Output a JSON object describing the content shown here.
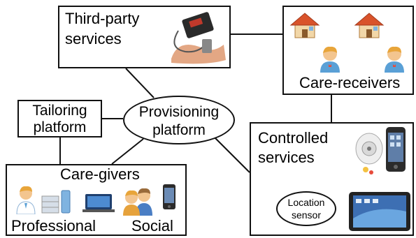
{
  "third_party": {
    "line1": "Third-party",
    "line2": "services"
  },
  "care_receivers": {
    "label": "Care-receivers"
  },
  "tailoring": {
    "line1": "Tailoring",
    "line2": "platform"
  },
  "provisioning": {
    "line1": "Provisioning",
    "line2": "platform"
  },
  "controlled": {
    "line1": "Controlled",
    "line2": "services"
  },
  "location_sensor": {
    "line1": "Location",
    "line2": "sensor"
  },
  "care_givers": {
    "label": "Care-givers",
    "professional": "Professional",
    "social": "Social"
  },
  "colors": {
    "border": "#111111",
    "house_roof": "#d9532b",
    "house_wall": "#f2d7a8",
    "person_shirt": "#5aa0d6",
    "skin": "#f3c58f",
    "hair": "#e8a53a"
  },
  "icons": [
    "blood-pressure-monitor-icon",
    "house-icon",
    "person-icon",
    "pill-dispenser-icon",
    "smartphone-icon",
    "tablet-icon",
    "doctor-icon",
    "medication-icon",
    "laptop-icon",
    "people-icon"
  ]
}
